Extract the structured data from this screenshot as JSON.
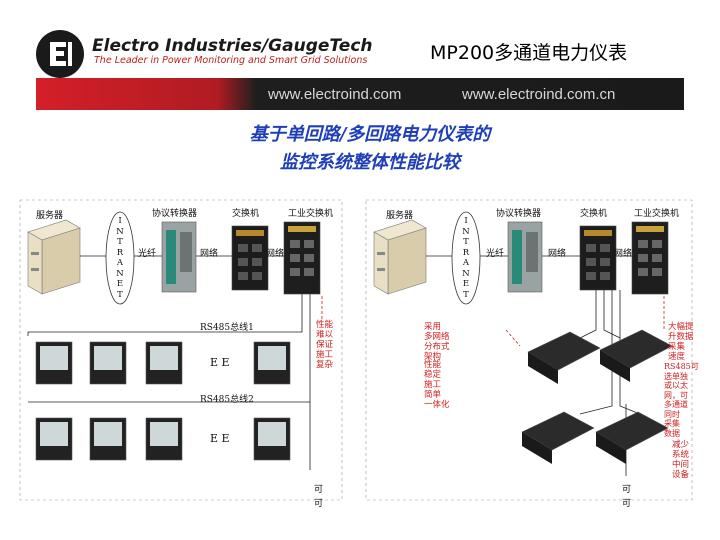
{
  "header": {
    "logo_name": "Electro Industries/GaugeTech",
    "logo_tagline": "The Leader in Power Monitoring and Smart Grid Solutions",
    "title": "MP200多通道电力仪表",
    "url_1": "www.electroind.com",
    "url_2": "www.electroind.com.cn"
  },
  "headline": {
    "line1": "基于单回路/多回路电力仪表的",
    "line2": "监控系统整体性能比较"
  },
  "left_diagram": {
    "server_label": "服务器",
    "converter_label": "协议转换器",
    "switch_label": "交换机",
    "ind_switch_label": "工业交换机",
    "intranet": [
      "I",
      "N",
      "T",
      "R",
      "A",
      "N",
      "E",
      "T"
    ],
    "link_label_1": "光纤",
    "link_label_2": "网络",
    "link_label_3": "网络",
    "rs485_1": "RS485总线1",
    "rs485_2": "RS485总线2",
    "ellipsis_1": "E E",
    "ellipsis_2": "E E",
    "note_red": [
      "性能",
      "难以",
      "保证",
      "施工",
      "复杂"
    ],
    "bottom_1": "可",
    "bottom_2": "可"
  },
  "right_diagram": {
    "server_label": "服务器",
    "converter_label": "协议转换器",
    "switch_label": "交换机",
    "ind_switch_label": "工业交换机",
    "intranet": [
      "I",
      "N",
      "T",
      "R",
      "A",
      "N",
      "E",
      "T"
    ],
    "link_label_1": "光纤",
    "link_label_2": "网络",
    "link_label_3": "网络",
    "note_left_1": [
      "采用",
      "多网络",
      "分布式",
      "架构"
    ],
    "note_left_2": [
      "性能",
      "稳定",
      "施工",
      "简单",
      "一体化"
    ],
    "note_right_1": [
      "大幅提",
      "升数据",
      "采集",
      "速度"
    ],
    "note_right_2": [
      "RS485可",
      "选单独",
      "或以太",
      "网，可",
      "多通道",
      "同时",
      "采集",
      "数据"
    ],
    "note_right_3": [
      "减少",
      "系统",
      "中间",
      "设备"
    ],
    "bottom_1": "可",
    "bottom_2": "可"
  },
  "colors": {
    "band_dark": "#1e1e1e",
    "band_red": "#c8202a",
    "headline_blue": "#1f3fb8",
    "note_red": "#d02020"
  }
}
